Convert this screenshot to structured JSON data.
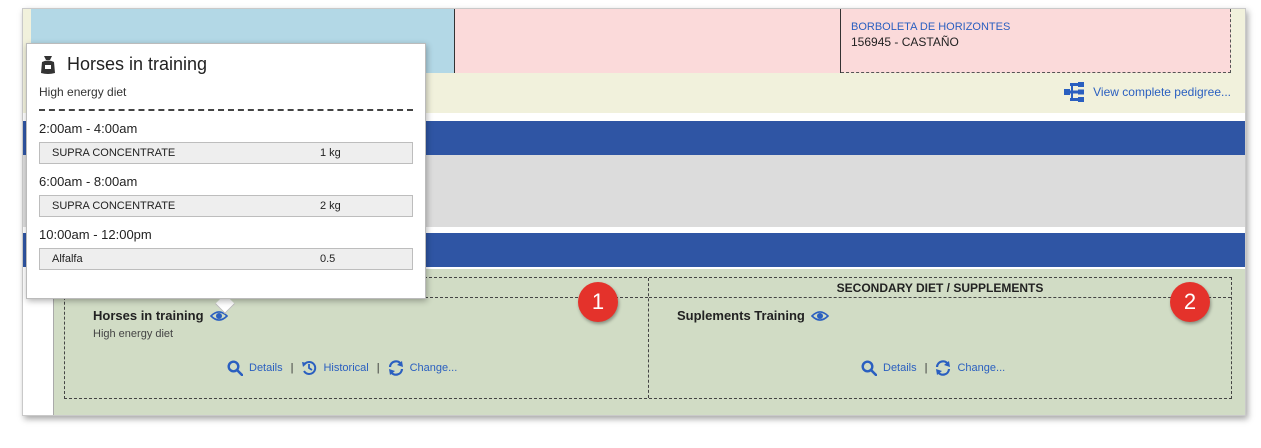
{
  "pedigree": {
    "relative_name": "BORBOLETA DE HORIZONTES",
    "relative_code": "156945 - CASTAÑO",
    "view_link": "View complete pedigree..."
  },
  "diet": {
    "secondary_header": "SECONDARY DIET / SUPPLEMENTS",
    "primary": {
      "name": "Horses in training",
      "description": "High energy diet",
      "details": "Details",
      "historical": "Historical",
      "change": "Change..."
    },
    "secondary": {
      "name": "Suplements Training",
      "details": "Details",
      "change": "Change..."
    },
    "separator": "|"
  },
  "badges": [
    "1",
    "2"
  ],
  "popup": {
    "title": "Horses in training",
    "subtitle": "High energy diet",
    "slots": [
      {
        "time": "2:00am - 4:00am",
        "food": "SUPRA CONCENTRATE",
        "qty": "1 kg"
      },
      {
        "time": "6:00am - 8:00am",
        "food": "SUPRA CONCENTRATE",
        "qty": "2 kg"
      },
      {
        "time": "10:00am - 12:00pm",
        "food": "Alfalfa",
        "qty": "0.5"
      }
    ]
  },
  "colors": {
    "link": "#2a5fc0",
    "header_bar": "#2f55a4",
    "diet_bg": "#d1dcc5",
    "badge": "#e4322b"
  }
}
